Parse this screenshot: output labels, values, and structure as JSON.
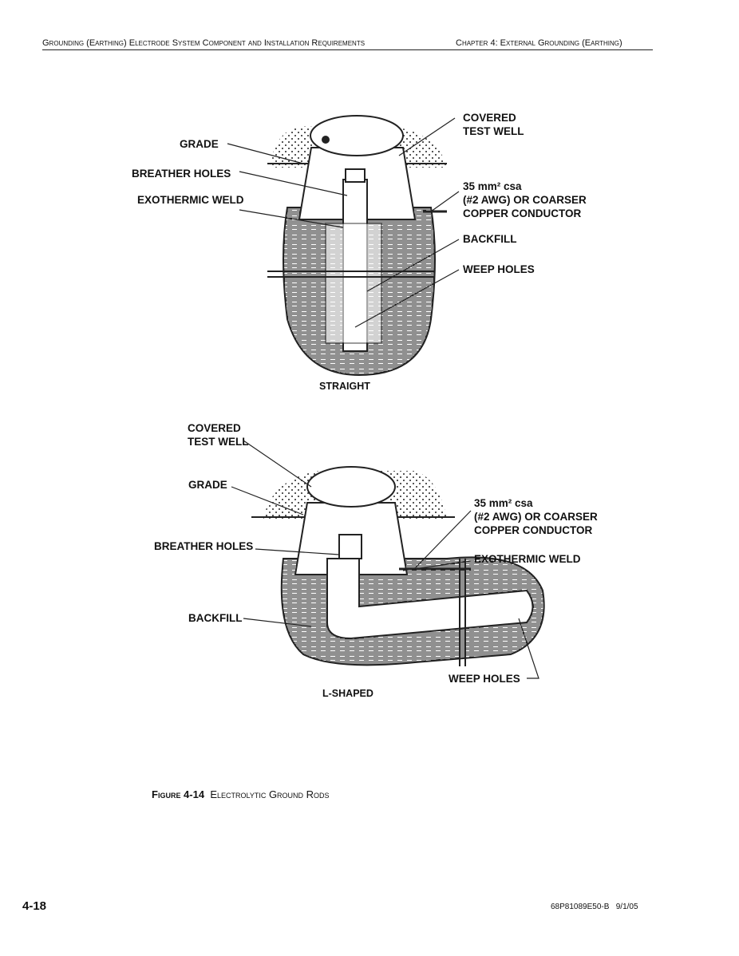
{
  "header": {
    "left": "Grounding (Earthing) Electrode System Component and Installation Requirements",
    "right": "Chapter 4: External Grounding (Earthing)"
  },
  "figure_straight": {
    "covered_test_well": [
      "COVERED",
      "TEST WELL"
    ],
    "grade": "GRADE",
    "breather_holes": "BREATHER HOLES",
    "exothermic_weld": "EXOTHERMIC WELD",
    "conductor": [
      "35 mm² csa",
      "(#2 AWG) OR COARSER",
      "COPPER CONDUCTOR"
    ],
    "backfill": "BACKFILL",
    "weep_holes": "WEEP HOLES",
    "caption": "STRAIGHT"
  },
  "figure_lshaped": {
    "covered_test_well": [
      "COVERED",
      "TEST WELL"
    ],
    "grade": "GRADE",
    "breather_holes": "BREATHER HOLES",
    "exothermic_weld": "EXOTHERMIC WELD",
    "conductor": [
      "35 mm² csa",
      "(#2 AWG) OR COARSER",
      "COPPER CONDUCTOR"
    ],
    "backfill": "BACKFILL",
    "weep_holes": "WEEP HOLES",
    "caption": "L-SHAPED"
  },
  "caption": {
    "number": "Figure 4-14",
    "title": "Electrolytic Ground Rods"
  },
  "footer": {
    "page": "4-18",
    "doc": "68P81089E50-B   9/1/05"
  }
}
